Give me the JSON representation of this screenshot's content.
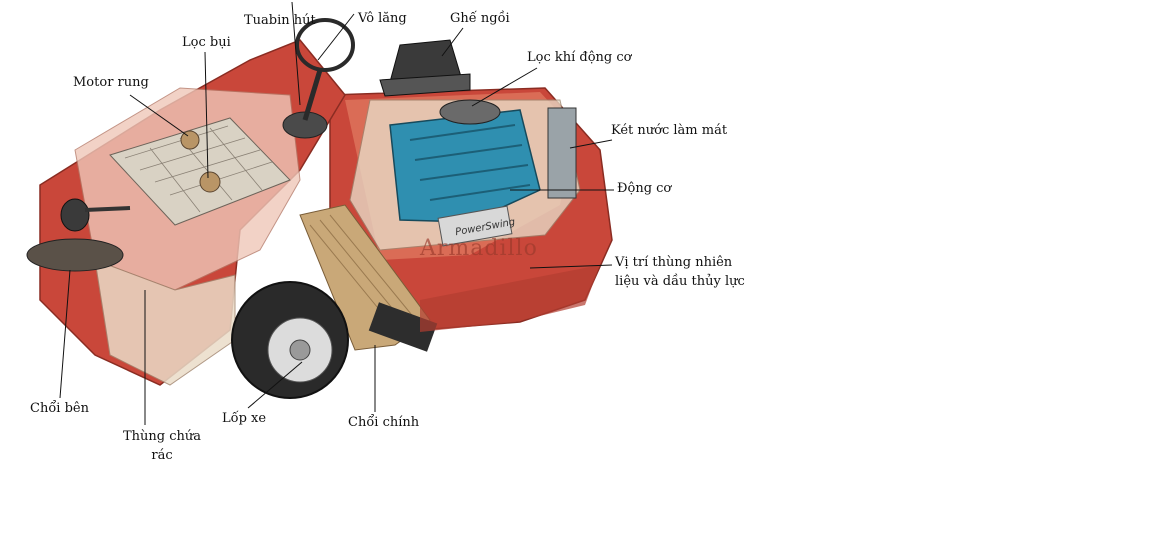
{
  "diagram": {
    "labels": {
      "tuabin_hut": "Tuabin hút",
      "vo_lang": "Vô lăng",
      "ghe_ngoi": "Ghế ngồi",
      "loc_bui": "Lọc bụi",
      "motor_rung": "Motor rung",
      "loc_khi": "Lọc khí động cơ",
      "ket_nuoc": "Két nước làm mát",
      "dong_co": "Động cơ",
      "vi_tri_thung": "Vị trí thùng nhiên liệu và dầu thủy lực",
      "choi_ben": "Chổi bên",
      "thung_chua_rac": "Thùng chứa rác",
      "lop_xe": "Lốp xe",
      "choi_chinh": "Chổi chính"
    },
    "brand_text": "Armadillo",
    "engine_brand": "PowerSwing",
    "colors": {
      "body_red": "#c9473a",
      "body_light": "#efc7b9",
      "panel_cream": "#eadcc8",
      "engine_blue": "#2f8fb0",
      "tire": "#2a2a2a",
      "brush": "#c9a878",
      "leader_line": "#111111"
    }
  }
}
